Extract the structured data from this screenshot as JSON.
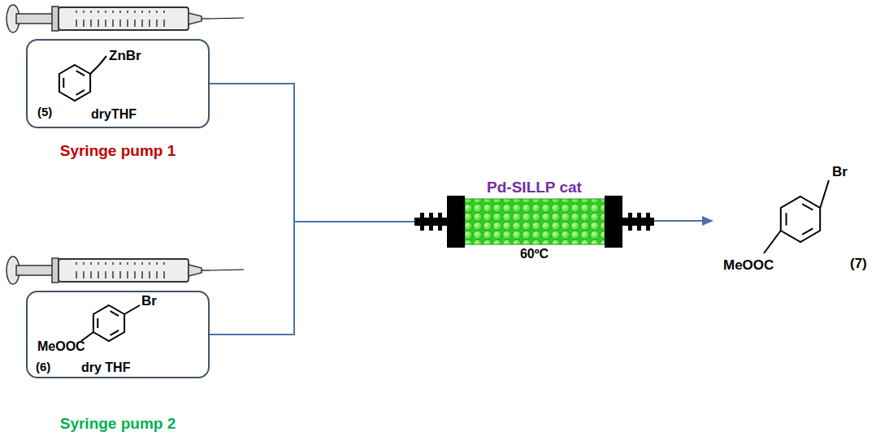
{
  "diagram": {
    "nodes": [
      {
        "text": [
          "ZnBr",
          "(5)",
          "dryTHF",
          "Syringe pump 1"
        ]
      },
      {
        "text": [
          "Br",
          "MeOOC",
          "(6)",
          "dry THF",
          "Syringe pump 2"
        ]
      },
      {
        "text": [
          "Pd-SILLP cat",
          "60ºC"
        ]
      }
    ],
    "edges": [
      {
        "from": 0,
        "to": 2,
        "arrow": "none"
      },
      {
        "from": 1,
        "to": 2,
        "arrow": "none"
      }
    ],
    "labels": [
      "Br",
      "MeOOC",
      "(7)"
    ]
  }
}
